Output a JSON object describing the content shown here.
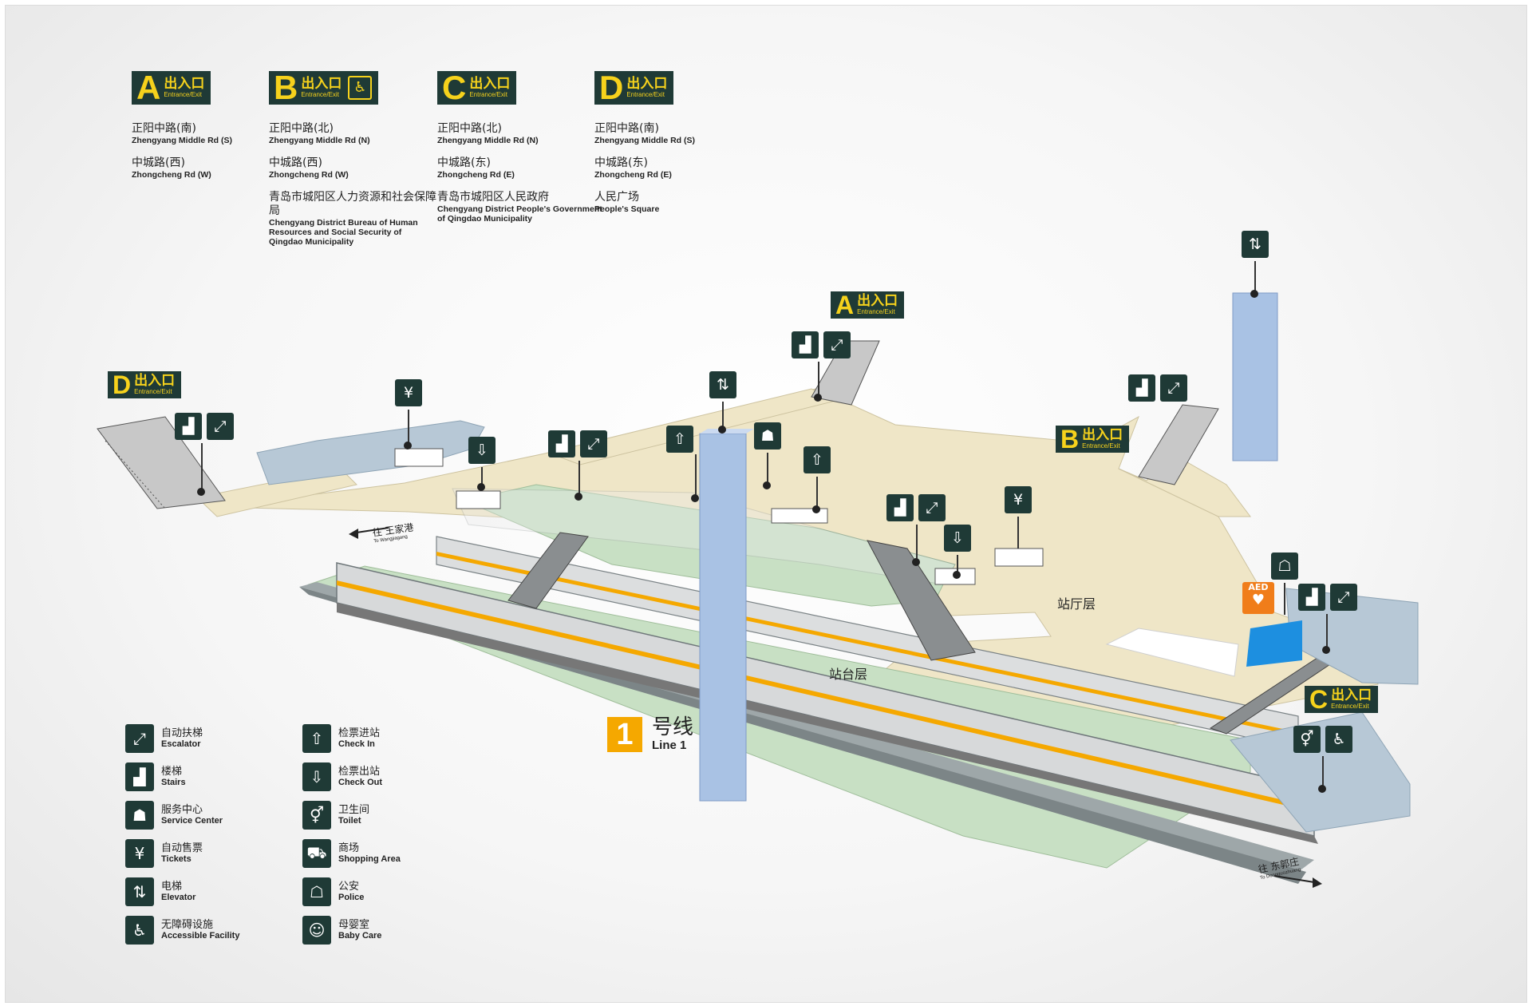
{
  "exits": [
    {
      "letter": "A",
      "cn": "出入口",
      "en": "Entrance/Exit",
      "accessible": false,
      "destinations": [
        {
          "cn": "正阳中路(南)",
          "en": "Zhengyang Middle Rd (S)"
        },
        {
          "cn": "中城路(西)",
          "en": "Zhongcheng Rd (W)"
        }
      ]
    },
    {
      "letter": "B",
      "cn": "出入口",
      "en": "Entrance/Exit",
      "accessible": true,
      "destinations": [
        {
          "cn": "正阳中路(北)",
          "en": "Zhengyang Middle Rd (N)"
        },
        {
          "cn": "中城路(西)",
          "en": "Zhongcheng Rd (W)"
        },
        {
          "cn": "青岛市城阳区人力资源和社会保障局",
          "en": "Chengyang District Bureau of Human Resources and Social Security of Qingdao Municipality"
        }
      ]
    },
    {
      "letter": "C",
      "cn": "出入口",
      "en": "Entrance/Exit",
      "accessible": false,
      "destinations": [
        {
          "cn": "正阳中路(北)",
          "en": "Zhengyang Middle Rd (N)"
        },
        {
          "cn": "中城路(东)",
          "en": "Zhongcheng Rd (E)"
        },
        {
          "cn": "青岛市城阳区人民政府",
          "en": "Chengyang District People's Government of Qingdao Municipality"
        }
      ]
    },
    {
      "letter": "D",
      "cn": "出入口",
      "en": "Entrance/Exit",
      "accessible": false,
      "destinations": [
        {
          "cn": "正阳中路(南)",
          "en": "Zhengyang Middle Rd (S)"
        },
        {
          "cn": "中城路(东)",
          "en": "Zhongcheng Rd (E)"
        },
        {
          "cn": "人民广场",
          "en": "People's Square"
        }
      ]
    }
  ],
  "map": {
    "exit_tags": [
      {
        "letter": "A",
        "cn": "出入口",
        "en": "Entrance/Exit"
      },
      {
        "letter": "B",
        "cn": "出入口",
        "en": "Entrance/Exit"
      },
      {
        "letter": "C",
        "cn": "出入口",
        "en": "Entrance/Exit"
      },
      {
        "letter": "D",
        "cn": "出入口",
        "en": "Entrance/Exit"
      }
    ],
    "concourse_label": "站厅层",
    "platform_label": "站台层",
    "aed_label": "AED",
    "direction_west": {
      "cn": "往 王家港",
      "en": "To Wangjiagang"
    },
    "direction_east": {
      "cn": "往 东郭庄",
      "en": "To Dongguozhuang"
    },
    "line": {
      "number": "1",
      "cn": "号线",
      "en": "Line 1",
      "color": "#f5a800"
    }
  },
  "legend": [
    {
      "icon": "escalator-icon",
      "glyph": "⤢",
      "cn": "自动扶梯",
      "en": "Escalator"
    },
    {
      "icon": "stairs-icon",
      "glyph": "▟",
      "cn": "楼梯",
      "en": "Stairs"
    },
    {
      "icon": "service-center-icon",
      "glyph": "☗",
      "cn": "服务中心",
      "en": "Service Center"
    },
    {
      "icon": "tickets-icon",
      "glyph": "¥",
      "cn": "自动售票",
      "en": "Tickets"
    },
    {
      "icon": "elevator-icon",
      "glyph": "⇅",
      "cn": "电梯",
      "en": "Elevator"
    },
    {
      "icon": "accessible-icon",
      "glyph": "♿",
      "cn": "无障碍设施",
      "en": "Accessible Facility"
    },
    {
      "icon": "check-in-icon",
      "glyph": "⇧",
      "cn": "检票进站",
      "en": "Check In"
    },
    {
      "icon": "check-out-icon",
      "glyph": "⇩",
      "cn": "检票出站",
      "en": "Check Out"
    },
    {
      "icon": "toilet-icon",
      "glyph": "⚥",
      "cn": "卫生间",
      "en": "Toilet"
    },
    {
      "icon": "shopping-icon",
      "glyph": "⛟",
      "cn": "商场",
      "en": "Shopping Area"
    },
    {
      "icon": "police-icon",
      "glyph": "☖",
      "cn": "公安",
      "en": "Police"
    },
    {
      "icon": "baby-care-icon",
      "glyph": "☺",
      "cn": "母婴室",
      "en": "Baby Care"
    }
  ],
  "colors": {
    "dark": "#1f3a36",
    "yellow": "#f6d21c",
    "concourse": "#efe6c7",
    "platform": "#c8e0c4",
    "pillar": "#a9c2e4",
    "train_stripe": "#f5a800",
    "aed": "#f07d1a",
    "accessible_zone": "#1d8fe0"
  }
}
